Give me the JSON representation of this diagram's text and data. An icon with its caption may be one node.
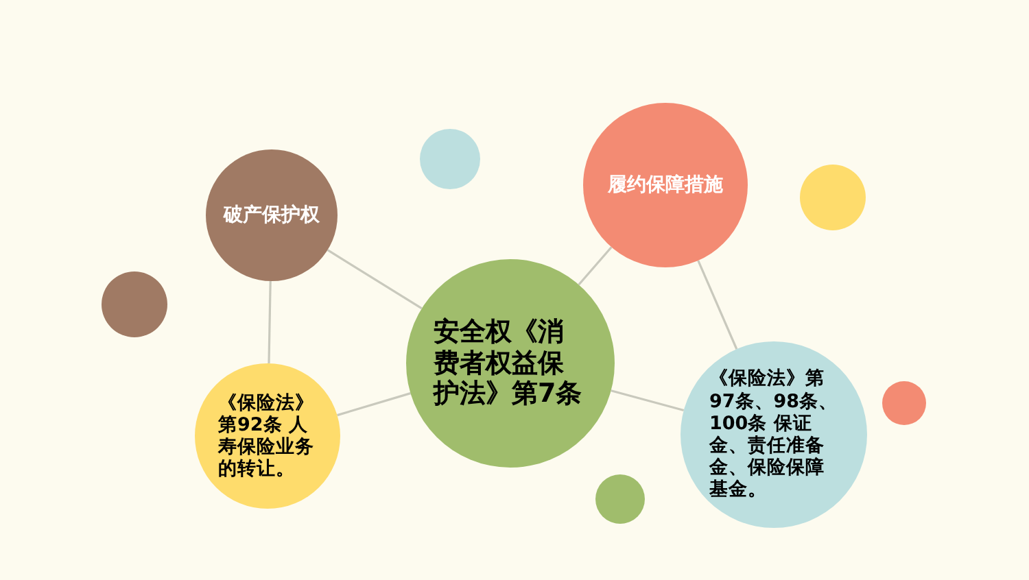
{
  "diagram": {
    "nodes": [
      {
        "text": [
          "破产保护权"
        ]
      },
      {
        "text": [
          "履约保障措施"
        ]
      },
      {
        "text": [
          "安全权《消费者权益保护法》第7条"
        ]
      },
      {
        "text": [
          "《保险法》第92条 人寿保险业务的转让。"
        ]
      },
      {
        "text": [
          "《保险法》第97条、98条、100条  保证金、责任准备金、保险保障基金。"
        ]
      },
      {
        "text": [],
        "shape": "circle"
      },
      {
        "text": [],
        "shape": "circle"
      },
      {
        "text": [],
        "shape": "circle"
      },
      {
        "text": [],
        "shape": "circle"
      },
      {
        "text": [],
        "shape": "circle"
      }
    ],
    "edges": [
      {
        "from": 0,
        "to": 2,
        "arrow": "none"
      },
      {
        "from": 1,
        "to": 2,
        "arrow": "none"
      },
      {
        "from": 2,
        "to": 3,
        "arrow": "none"
      },
      {
        "from": 2,
        "to": 4,
        "arrow": "none"
      },
      {
        "from": 0,
        "to": 3,
        "arrow": "none"
      },
      {
        "from": 1,
        "to": 4,
        "arrow": "none"
      }
    ]
  }
}
